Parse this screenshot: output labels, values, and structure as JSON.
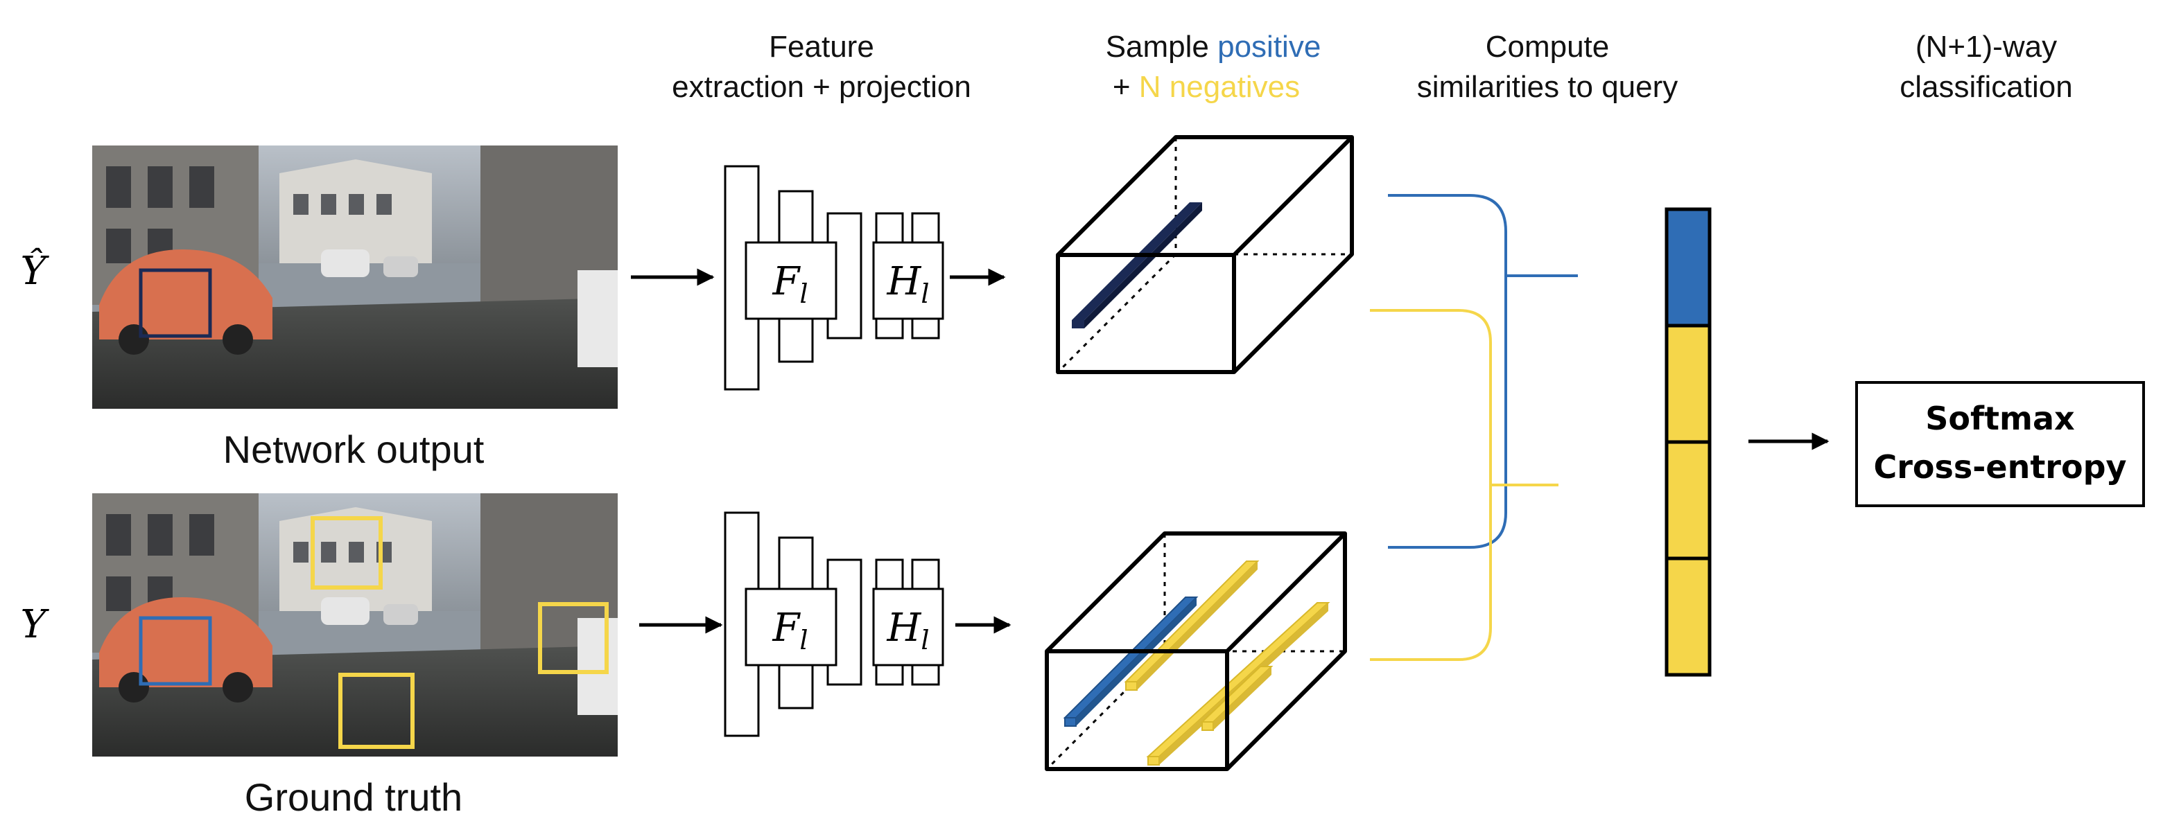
{
  "headers": {
    "feature_line1": "Feature",
    "feature_line2": "extraction + projection",
    "sample_word": "Sample",
    "sample_positive": "positive",
    "sample_plus": "+",
    "sample_negatives": "N negatives",
    "compute_line1": "Compute",
    "compute_line2": "similarities to query",
    "classification_line1": "(N+1)-way",
    "classification_line2": "classification"
  },
  "rows": {
    "output_symbol": "Ŷ",
    "output_caption": "Network output",
    "truth_symbol": "Y",
    "truth_caption": "Ground truth"
  },
  "blocks": {
    "feature_base": "F",
    "projection_base": "H",
    "subscript": "l"
  },
  "loss_box": {
    "line1": "Softmax",
    "line2": "Cross-entropy"
  },
  "vector": {
    "cells": [
      "positive",
      "negative",
      "negative",
      "negative"
    ]
  },
  "colors": {
    "positive": "#2f6db5",
    "negative": "#f5d64a",
    "query": "#1b2a55",
    "negative_stroke": "#e6c62f",
    "line_positive": "#2f6db5",
    "line_negative": "#f5d64a"
  }
}
